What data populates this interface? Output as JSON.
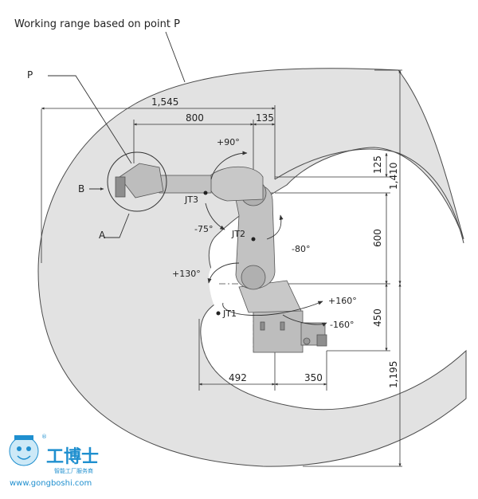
{
  "title": "Working range based on point P",
  "labels": {
    "p": "P",
    "a": "A",
    "b": "B",
    "jt1": "JT1",
    "jt2": "JT2",
    "jt3": "JT3",
    "jt3_up": "+90°",
    "jt3_down": "-75°",
    "jt2_back": "-80°",
    "jt2_fwd": "+130°",
    "jt1_pos": "+160°",
    "jt1_neg": "-160°"
  },
  "dimensions": {
    "reach_total": "1,545",
    "arm_length": "800",
    "wrist_offset": "135",
    "arm_width": "125",
    "top_height": "1,410",
    "lower_arm": "600",
    "base_height": "450",
    "bottom_depth": "1,195",
    "base_left": "492",
    "base_right": "350"
  },
  "logo": {
    "name": "工博士",
    "sub": "智能工厂服务商",
    "url": "www.gongboshi.com",
    "mark": "®"
  },
  "colors": {
    "range_fill": "#e2e2e2",
    "range_stroke": "#4a4a4a",
    "robot": "#c2c2c2",
    "robot_dark": "#8e8e8e",
    "line": "#333333",
    "logo": "#1f8fcf"
  }
}
